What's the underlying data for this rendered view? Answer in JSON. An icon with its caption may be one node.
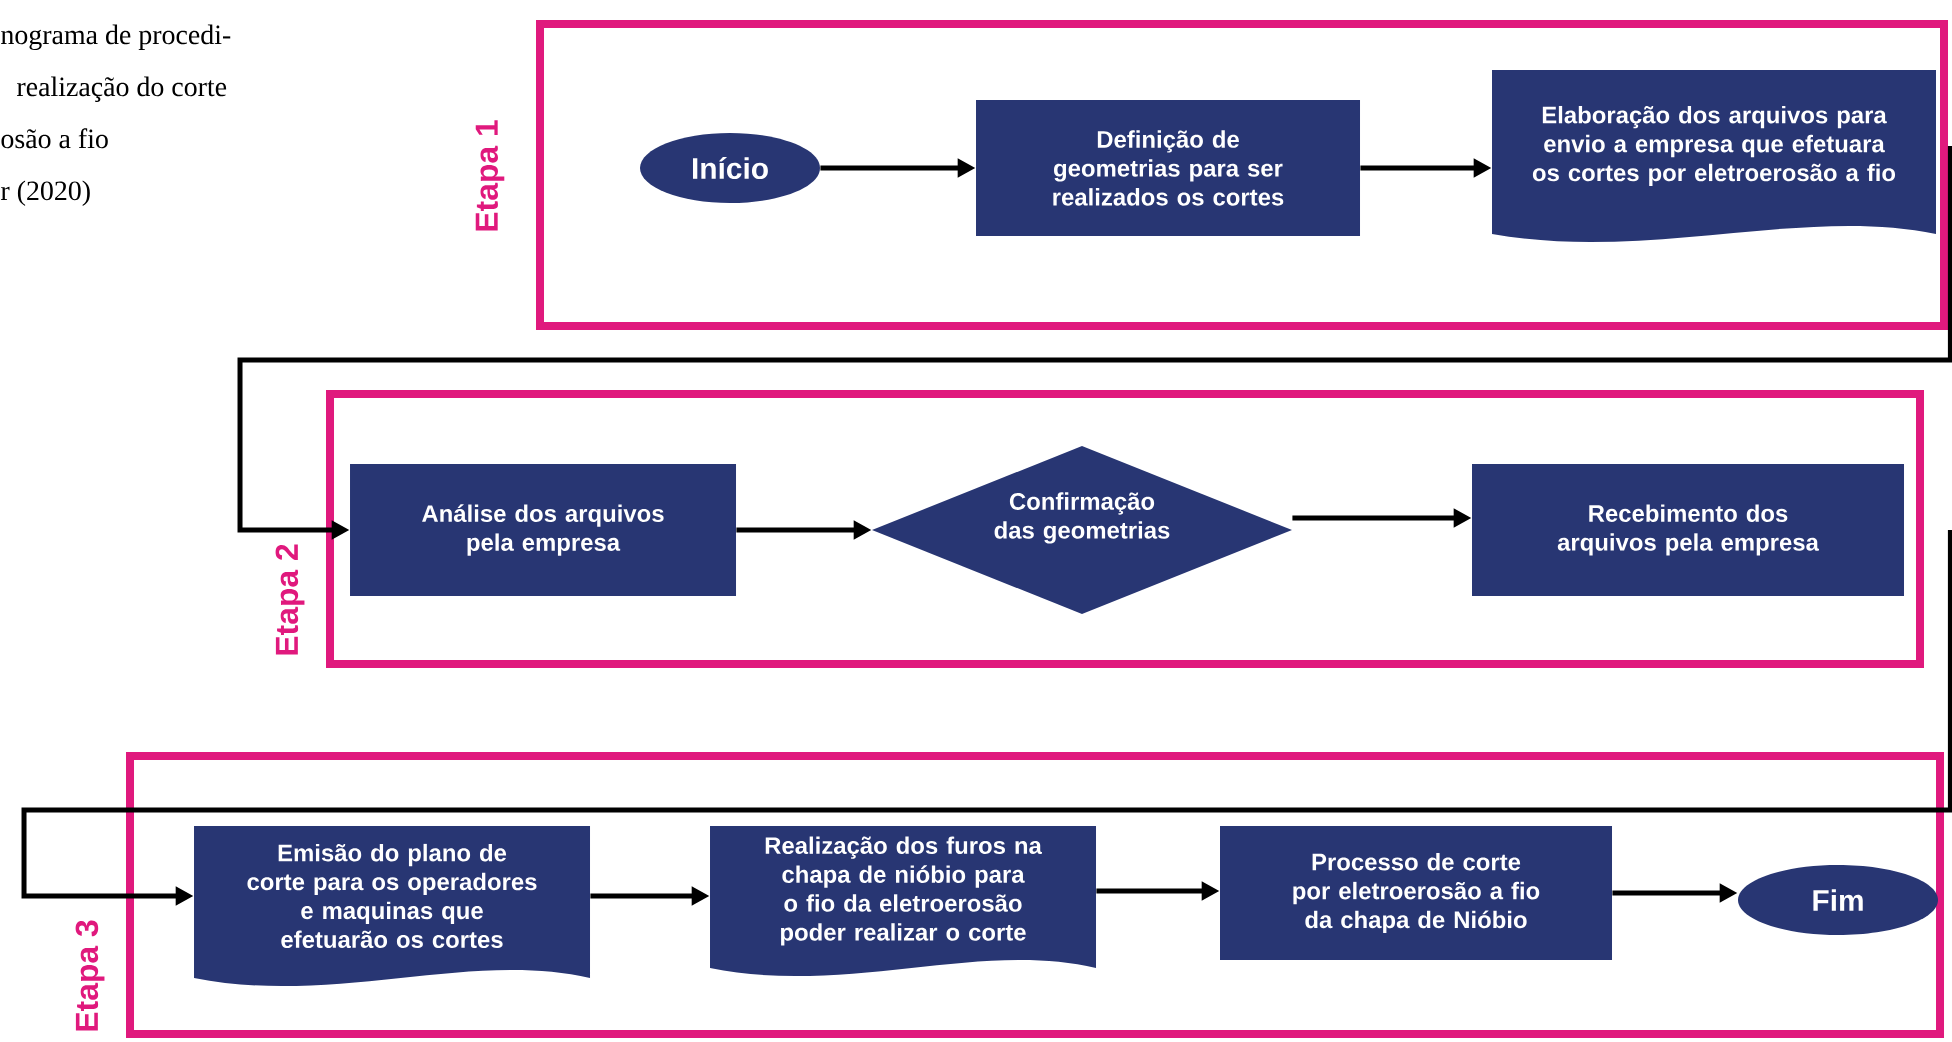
{
  "diagram": {
    "nodes": [
      {
        "text": [
          "Etapa 1"
        ]
      },
      {
        "text": [
          "Início"
        ],
        "in": 0
      },
      {
        "text": [
          "Definição de geometrias para ser realizados os cortes"
        ],
        "in": 0
      },
      {
        "text": [
          "Elaboração dos arquivos para envio a empresa que efetuara os cortes por eletroerosão a fio"
        ],
        "in": 0
      },
      {
        "text": [
          "Etapa 2"
        ]
      },
      {
        "text": [
          "Análise dos arquivos pela empresa"
        ],
        "in": 4
      },
      {
        "text": [
          "Confirmação das geometrias"
        ],
        "in": 4
      },
      {
        "text": [
          "Recebimento dos arquivos pela empresa"
        ],
        "in": 4
      },
      {
        "text": [
          "Etapa 3"
        ]
      },
      {
        "text": [
          "Emisão do plano de corte para os operadores e maquinas que efetuarão os cortes"
        ],
        "in": 8
      },
      {
        "text": [
          "Realização dos furos na chapa de nióbio para o fio da eletroerosão poder realizar o corte"
        ],
        "in": 8
      },
      {
        "text": [
          "Processo de corte por eletroerosão a fio da chapa de Nióbio"
        ],
        "in": 8
      },
      {
        "text": [
          "Fim"
        ],
        "in": 8
      }
    ],
    "edges": [
      {
        "from": 1,
        "to": 2,
        "arrow": "to"
      },
      {
        "from": 2,
        "to": 3,
        "arrow": "to"
      },
      {
        "from": 3,
        "to": 5,
        "arrow": "to"
      },
      {
        "from": 5,
        "to": 6,
        "arrow": "to"
      },
      {
        "from": 6,
        "to": 7,
        "arrow": "to"
      },
      {
        "from": 7,
        "to": 9,
        "arrow": "to"
      },
      {
        "from": 9,
        "to": 10,
        "arrow": "to"
      },
      {
        "from": 10,
        "to": 11,
        "arrow": "to"
      },
      {
        "from": 11,
        "to": 12,
        "arrow": "to"
      }
    ],
    "labels": [
      "nograma de procedi-",
      "realização do corte",
      "osão a fio",
      "r (2020)"
    ]
  }
}
